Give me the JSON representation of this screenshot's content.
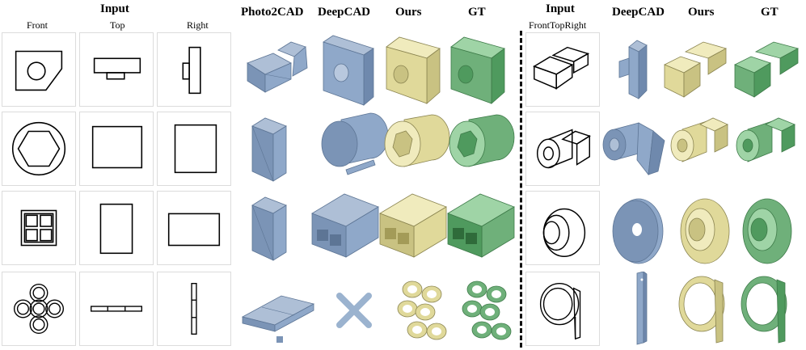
{
  "headers": {
    "input_left": "Input",
    "photo2cad": "Photo2CAD",
    "deepcad_left": "DeepCAD",
    "ours_left": "Ours",
    "gt_left": "GT",
    "input_right": "Input",
    "deepcad_right": "DeepCAD",
    "ours_right": "Ours",
    "gt_right": "GT"
  },
  "subheaders": {
    "front": "Front",
    "top": "Top",
    "right": "Right",
    "combined": "FrontTopRight"
  },
  "colors": {
    "photo2cad_deepcad": "#8fa8c9",
    "ours": "#e6e0a0",
    "gt": "#6fb07a",
    "cell_border": "#dcdcdc"
  }
}
